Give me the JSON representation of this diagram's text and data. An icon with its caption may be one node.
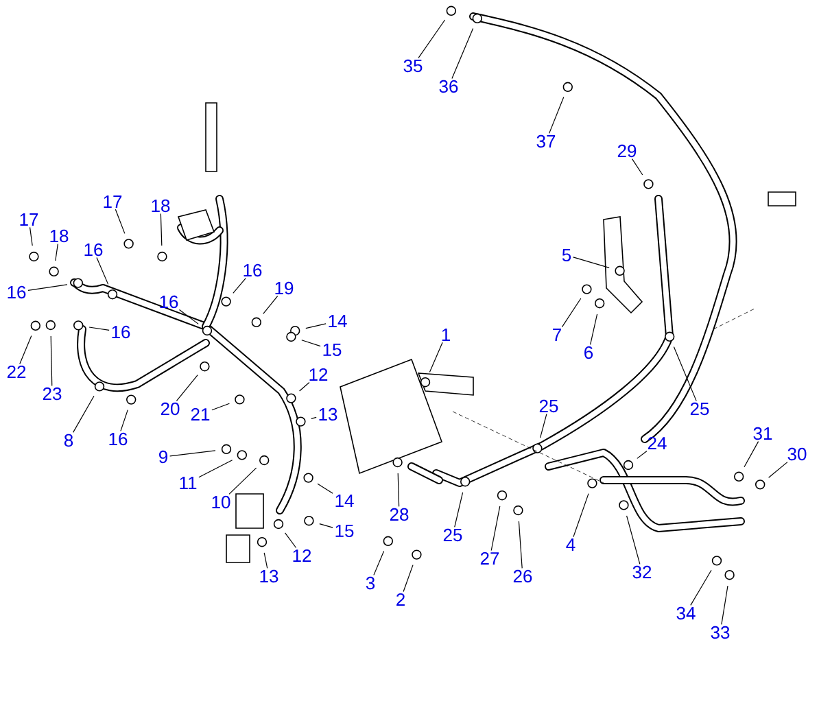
{
  "diagram": {
    "nodes": [
      {
        "text": [
          "17"
        ]
      },
      {
        "text": [
          "18"
        ]
      },
      {
        "text": [
          "16"
        ]
      },
      {
        "text": [
          "17"
        ]
      },
      {
        "text": [
          "18"
        ]
      },
      {
        "text": [
          "16"
        ]
      },
      {
        "text": [
          "16"
        ]
      },
      {
        "text": [
          "19"
        ]
      },
      {
        "text": [
          "16"
        ]
      },
      {
        "text": [
          "14"
        ]
      },
      {
        "text": [
          "16"
        ]
      },
      {
        "text": [
          "15"
        ]
      },
      {
        "text": [
          "22"
        ]
      },
      {
        "text": [
          "23"
        ]
      },
      {
        "text": [
          "12"
        ]
      },
      {
        "text": [
          "13"
        ]
      },
      {
        "text": [
          "8"
        ]
      },
      {
        "text": [
          "16"
        ]
      },
      {
        "text": [
          "20"
        ]
      },
      {
        "text": [
          "21"
        ]
      },
      {
        "text": [
          "9"
        ]
      },
      {
        "text": [
          "11"
        ]
      },
      {
        "text": [
          "10"
        ]
      },
      {
        "text": [
          "14"
        ]
      },
      {
        "text": [
          "15"
        ]
      },
      {
        "text": [
          "12"
        ]
      },
      {
        "text": [
          "13"
        ]
      },
      {
        "text": [
          "1"
        ]
      },
      {
        "text": [
          "28"
        ]
      },
      {
        "text": [
          "3"
        ]
      },
      {
        "text": [
          "2"
        ]
      },
      {
        "text": [
          "25"
        ]
      },
      {
        "text": [
          "27"
        ]
      },
      {
        "text": [
          "26"
        ]
      },
      {
        "text": [
          "25"
        ]
      },
      {
        "text": [
          "4"
        ]
      },
      {
        "text": [
          "24"
        ]
      },
      {
        "text": [
          "32"
        ]
      },
      {
        "text": [
          "31"
        ]
      },
      {
        "text": [
          "30"
        ]
      },
      {
        "text": [
          "34"
        ]
      },
      {
        "text": [
          "33"
        ]
      },
      {
        "text": [
          "5"
        ]
      },
      {
        "text": [
          "7"
        ]
      },
      {
        "text": [
          "6"
        ]
      },
      {
        "text": [
          "29"
        ]
      },
      {
        "text": [
          "25"
        ]
      },
      {
        "text": [
          "35"
        ]
      },
      {
        "text": [
          "36"
        ]
      },
      {
        "text": [
          "37"
        ]
      }
    ],
    "edges": [
      {
        "from": 0,
        "to": null,
        "arrow": "none"
      },
      {
        "from": 1,
        "to": null,
        "arrow": "none"
      },
      {
        "from": 2,
        "to": null,
        "arrow": "none"
      },
      {
        "from": 3,
        "to": null,
        "arrow": "none"
      },
      {
        "from": 4,
        "to": null,
        "arrow": "none"
      },
      {
        "from": 5,
        "to": null,
        "arrow": "none"
      },
      {
        "from": 6,
        "to": null,
        "arrow": "none"
      },
      {
        "from": 7,
        "to": null,
        "arrow": "none"
      },
      {
        "from": 8,
        "to": null,
        "arrow": "none"
      },
      {
        "from": 9,
        "to": null,
        "arrow": "none"
      },
      {
        "from": 10,
        "to": null,
        "arrow": "none"
      },
      {
        "from": 11,
        "to": null,
        "arrow": "none"
      },
      {
        "from": 12,
        "to": null,
        "arrow": "none"
      },
      {
        "from": 13,
        "to": null,
        "arrow": "none"
      },
      {
        "from": 14,
        "to": null,
        "arrow": "none"
      },
      {
        "from": 15,
        "to": null,
        "arrow": "none"
      },
      {
        "from": 16,
        "to": null,
        "arrow": "none"
      },
      {
        "from": 17,
        "to": null,
        "arrow": "none"
      },
      {
        "from": 18,
        "to": null,
        "arrow": "none"
      },
      {
        "from": 19,
        "to": null,
        "arrow": "none"
      },
      {
        "from": 20,
        "to": null,
        "arrow": "none"
      },
      {
        "from": 21,
        "to": null,
        "arrow": "none"
      },
      {
        "from": 22,
        "to": null,
        "arrow": "none"
      },
      {
        "from": 23,
        "to": null,
        "arrow": "none"
      },
      {
        "from": 24,
        "to": null,
        "arrow": "none"
      },
      {
        "from": 25,
        "to": null,
        "arrow": "none"
      },
      {
        "from": 26,
        "to": null,
        "arrow": "none"
      },
      {
        "from": 27,
        "to": null,
        "arrow": "none"
      },
      {
        "from": 28,
        "to": null,
        "arrow": "none"
      },
      {
        "from": 29,
        "to": null,
        "arrow": "none"
      },
      {
        "from": 30,
        "to": null,
        "arrow": "none"
      },
      {
        "from": 31,
        "to": null,
        "arrow": "none"
      },
      {
        "from": 32,
        "to": null,
        "arrow": "none"
      },
      {
        "from": 33,
        "to": null,
        "arrow": "none"
      },
      {
        "from": 34,
        "to": null,
        "arrow": "none"
      },
      {
        "from": 35,
        "to": null,
        "arrow": "none"
      },
      {
        "from": 36,
        "to": null,
        "arrow": "none"
      },
      {
        "from": 37,
        "to": null,
        "arrow": "none"
      },
      {
        "from": 38,
        "to": null,
        "arrow": "none"
      },
      {
        "from": 39,
        "to": null,
        "arrow": "none"
      },
      {
        "from": 40,
        "to": null,
        "arrow": "none"
      },
      {
        "from": 41,
        "to": null,
        "arrow": "none"
      },
      {
        "from": 42,
        "to": null,
        "arrow": "none"
      },
      {
        "from": 43,
        "to": null,
        "arrow": "none"
      },
      {
        "from": 44,
        "to": null,
        "arrow": "none"
      },
      {
        "from": 45,
        "to": null,
        "arrow": "none"
      },
      {
        "from": 46,
        "to": null,
        "arrow": "none"
      },
      {
        "from": 47,
        "to": null,
        "arrow": "none"
      },
      {
        "from": 48,
        "to": null,
        "arrow": "none"
      },
      {
        "from": 49,
        "to": null,
        "arrow": "none"
      }
    ]
  }
}
